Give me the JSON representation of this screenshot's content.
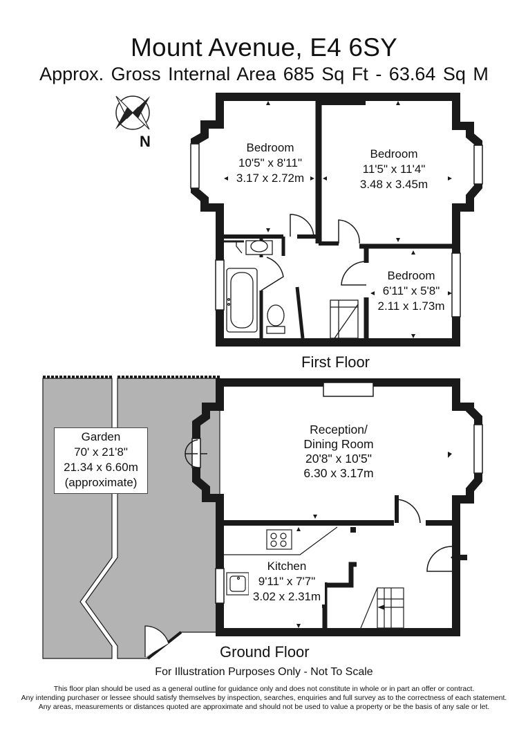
{
  "header": {
    "title": "Mount Avenue, E4 6SY",
    "subtitle": "Approx. Gross Internal Area   685 Sq Ft  -  63.64 Sq M"
  },
  "compass": {
    "label": "N"
  },
  "first_floor": {
    "label": "First Floor",
    "rooms": [
      {
        "name": "Bedroom",
        "imperial": "10'5\" x 8'11\"",
        "metric": "3.17 x 2.72m"
      },
      {
        "name": "Bedroom",
        "imperial": "11'5\" x 11'4\"",
        "metric": "3.48 x 3.45m"
      },
      {
        "name": "Bedroom",
        "imperial": "6'11\" x 5'8\"",
        "metric": "2.11 x 1.73m"
      }
    ]
  },
  "ground_floor": {
    "label": "Ground Floor",
    "rooms": [
      {
        "name": "Reception/",
        "name2": "Dining Room",
        "imperial": "20'8\" x 10'5\"",
        "metric": "6.30 x 3.17m"
      },
      {
        "name": "Kitchen",
        "imperial": "9'11\" x 7'7\"",
        "metric": "3.02 x 2.31m"
      }
    ],
    "garden": {
      "name": "Garden",
      "imperial": "70' x 21'8\"",
      "metric": "21.34 x 6.60m",
      "note": "(approximate)"
    }
  },
  "footer": {
    "illustration": "For Illustration Purposes Only - Not To Scale",
    "disclaimer": [
      "This floor plan should be used as a general outline for guidance only and does not constitute in whole or in part an offer or contract.",
      "Any intending purchaser or lessee should satisfy themselves by inspection, searches, enquiries and full survey as to the correctness of each statement.",
      "Any areas, measurements or distances quoted are approximate and should not be used to value a property or be the basis of any sale or let."
    ]
  },
  "colors": {
    "wall": "#1a1a1a",
    "garden": "#b3b3b3",
    "background": "#ffffff"
  }
}
